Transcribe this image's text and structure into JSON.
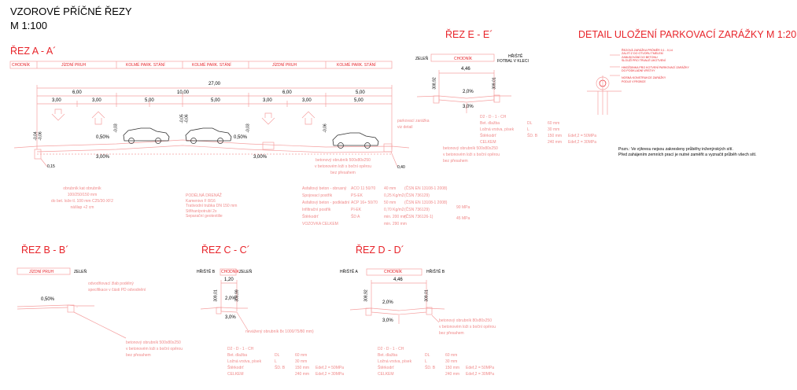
{
  "header": {
    "title": "VZOROVÉ PŘÍČNÉ ŘEZY",
    "scale": "M 1:100"
  },
  "sections": {
    "a": {
      "title": "ŘEZ A - A´",
      "lanes": [
        "CHODNÍK",
        "JÍZDNÍ PRUH",
        "KOLMÉ PARK. STÁNÍ",
        "KOLMÉ PARK. STÁNÍ",
        "JÍZDNÍ PRUH",
        "KOLMÉ PARK. STÁNÍ"
      ],
      "dims_total": "27,00",
      "dims_mid": [
        "6,00",
        "10,00",
        "6,00",
        "5,00"
      ],
      "dims_low": [
        "3,00",
        "3,00",
        "5,00",
        "5,00",
        "3,00",
        "3,00",
        "5,00"
      ],
      "slopes": [
        "0,50%",
        "3,00%",
        "0,50%",
        "3,00%"
      ],
      "levels": [
        "-0,04",
        "-0,06",
        "-0,03",
        "-0,05",
        "-0,06",
        "-0,03",
        "-0,06"
      ],
      "misc": [
        "0,15",
        "0,40"
      ],
      "note_left": [
        "obrubník kat obrubník",
        "100/250/150 mm",
        "do bet. lože tl. 100 mm C25/30-XF2",
        "nášlap +2 cm"
      ],
      "note_mid": [
        "PODÉLNÁ DRENÁŽ",
        "Kamenivo F 8/16",
        "Trativodní trubka DN 150 mm",
        "Střihanípotrubí 2x",
        "Separační geotextilie"
      ],
      "note_curb": [
        "parkovací zarážka",
        "viz detail"
      ],
      "note_border": [
        "betonový obrubník 500x80x250",
        "v betonovém loži s boční opěrou",
        "bez přesahem"
      ],
      "layers": [
        [
          "Asfaltový beton - obrusný",
          "ACO 11 50/70",
          "40 mm",
          "(ČSN EN 13108-1 2008)"
        ],
        [
          "Spojovací postřik",
          "PS-EK",
          "0,25 Kg/m2",
          "(ČSN 736129)"
        ],
        [
          "Asfaltový beton - podkladní",
          "ACP 16+ 50/70",
          "50 mm",
          "(ČSN EN 13108-1 2008)"
        ],
        [
          "Infiltrační postřik",
          "PI-EK",
          "0,70 Kg/m2",
          "(ČSN 736129)"
        ],
        [
          "Štěrkodrť",
          "ŠD  A",
          "min. 200 mm",
          "(ČSN 736126-1)"
        ],
        [
          "VOZOVKA CELKEM",
          "",
          "min. 290 mm",
          ""
        ]
      ],
      "layer_modulus": [
        "90 MPa",
        "45 MPa"
      ]
    },
    "b": {
      "title": "ŘEZ B - B´",
      "lanes": [
        "JÍZDNÍ PRUH",
        "ZELEŇ"
      ],
      "slope": "0,50%",
      "note_top": [
        "odvodňovací žlab podélný",
        "specifikace v části PD odvodnění"
      ],
      "note_border": [
        "betonový obrubník 500x80x250",
        "v betonovém loži s boční opěrou",
        "bez přesahem"
      ]
    },
    "c": {
      "title": "ŘEZ C - C´",
      "lanes": [
        "HŘIŠTĚ B",
        "CHODNÍK",
        "ZELEŇ"
      ],
      "width": "1,20",
      "levels": [
        "309,01",
        "308,99"
      ],
      "slopes": [
        "2,0%",
        "3,0%"
      ],
      "note": "nevážený obrubník 8x 1000/75/80 mm)",
      "layers": [
        [
          "D2 - D - 1 - CH",
          "",
          ""
        ],
        [
          "Bet. dlažba",
          "DL",
          "60 mm"
        ],
        [
          "Ložná vrstva, písek",
          "L",
          "30 mm"
        ],
        [
          "Štěrkodrť",
          "ŠD. B",
          "150 mm",
          "Edef,2 = 50MPa"
        ],
        [
          "CELKEM",
          "",
          "240 mm",
          "Edef,2 = 30MPa"
        ]
      ]
    },
    "d": {
      "title": "ŘEZ D - D´",
      "lanes": [
        "HŘIŠTĚ A",
        "CHODNÍK",
        "HŘIŠTĚ B"
      ],
      "width": "4,46",
      "levels": [
        "308,92",
        "309,01"
      ],
      "slopes": [
        "2,0%",
        "3,0%"
      ],
      "note_border": [
        "betonový obrubník 80x80x250",
        "v betonovém loži s boční opěrou",
        "bez přesahem"
      ],
      "layers": [
        [
          "D2 - D - 1 - CH",
          "",
          ""
        ],
        [
          "Bet. dlažba",
          "DL",
          "60 mm"
        ],
        [
          "Ložná vrstva, písek",
          "L",
          "30 mm"
        ],
        [
          "Štěrkodrť",
          "ŠD. B",
          "150 mm",
          "Edef,2 = 50MPa"
        ],
        [
          "CELKEM",
          "",
          "240 mm",
          "Edef,2 = 30MPa"
        ]
      ]
    },
    "e": {
      "title": "ŘEZ E - E´",
      "lanes": [
        "ZELEŇ",
        "CHODNÍK",
        "HŘIŠTĚ",
        "FOTBAL V KLECI"
      ],
      "width": "4,46",
      "levels": [
        "308,92",
        "309,01"
      ],
      "slopes": [
        "2,0%",
        "3,0%"
      ],
      "note_curb": [
        "parkovací zarážka",
        "viz detail"
      ],
      "note_border": [
        "betonový obrubník 500x80x250",
        "v betonovém loži s boční opěrou",
        "bez přesahem"
      ],
      "layers": [
        [
          "D2 - D - 1 - CH",
          "",
          ""
        ],
        [
          "Bet. dlažba",
          "DL",
          "60 mm"
        ],
        [
          "Ložná vrstva, písek",
          "L",
          "30 mm"
        ],
        [
          "Štěrkodrť",
          "ŠD. B",
          "150 mm",
          "Edef,2 = 50MPa"
        ],
        [
          "CELKEM",
          "",
          "240 mm",
          "Edef,2 = 30MPa"
        ]
      ]
    }
  },
  "detail": {
    "title": "DETAIL ULOŽENÍ PARKOVACÍ ZARÁŽKY M 1:20",
    "notes": [
      "ŘEZOVÁ ZARÁŽKA PRŮMĚR 0,1 - 0,14",
      "ZALITÍ Z DO OTVORU TMELEM",
      "ZABUDOVÁNÍ DO BETONU",
      "SLOUŽÍ PRO TRVALÉ UKOTVENÍ",
      "",
      "HMOŽDINKA PRO KOTVENÍ PARKOVACÍ ZARÁŽKY",
      "DO PODKLADNÍ VRSTVY",
      "",
      "NOSNÁ KONSTRUKCE ZARÁŽKY",
      "PODLE VÝROBCE"
    ]
  },
  "remark": {
    "line1": "Pozn.: Ve výkresu nejsou zakresleny průběhy inženýrských sítí.",
    "line2": "Před zahájením zemních prací je nutné zaměřit a vyznačit průběh všech sítí."
  },
  "colors": {
    "red": "#e8242a",
    "pink": "#f08a8a",
    "line": "#f5a0a0"
  }
}
